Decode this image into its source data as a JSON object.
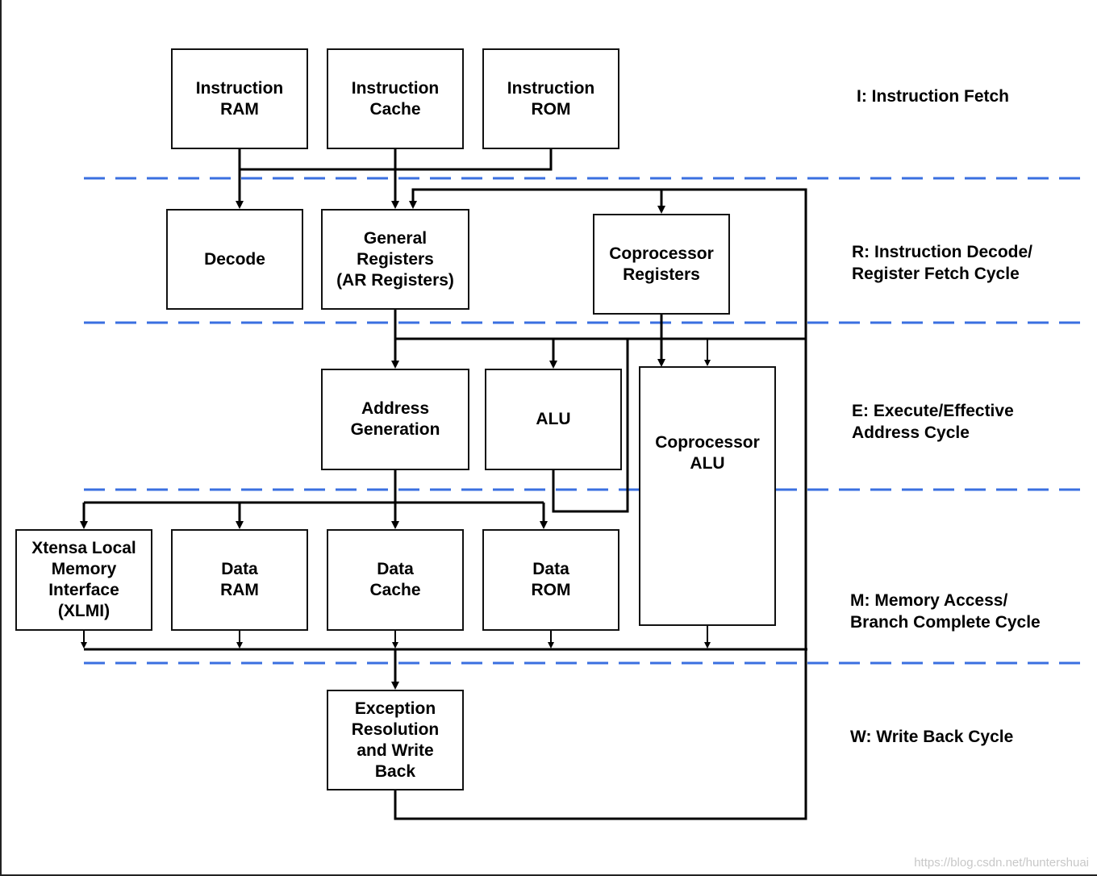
{
  "blocks": {
    "instruction_ram": "Instruction\nRAM",
    "instruction_cache": "Instruction\nCache",
    "instruction_rom": "Instruction\nROM",
    "decode": "Decode",
    "general_registers": "General\nRegisters\n(AR Registers)",
    "coprocessor_registers": "Coprocessor\nRegisters",
    "address_generation": "Address\nGeneration",
    "alu": "ALU",
    "coprocessor_alu": "Coprocessor\nALU",
    "xlmi": "Xtensa Local\nMemory\nInterface\n(XLMI)",
    "data_ram": "Data\nRAM",
    "data_cache": "Data\nCache",
    "data_rom": "Data\nROM",
    "exception": "Exception\nResolution\nand Write\nBack"
  },
  "stages": {
    "fetch": "I: Instruction Fetch",
    "decode": "R: Instruction Decode/\n    Register Fetch Cycle",
    "execute": "E: Execute/Effective\n    Address Cycle",
    "memory": "M: Memory Access/\n    Branch Complete Cycle",
    "writeback": "W: Write Back Cycle"
  },
  "watermark": "https://blog.csdn.net/huntershuai",
  "colors": {
    "stage_divider": "#3a6fe0",
    "wire": "#000000",
    "block_border": "#111111"
  }
}
